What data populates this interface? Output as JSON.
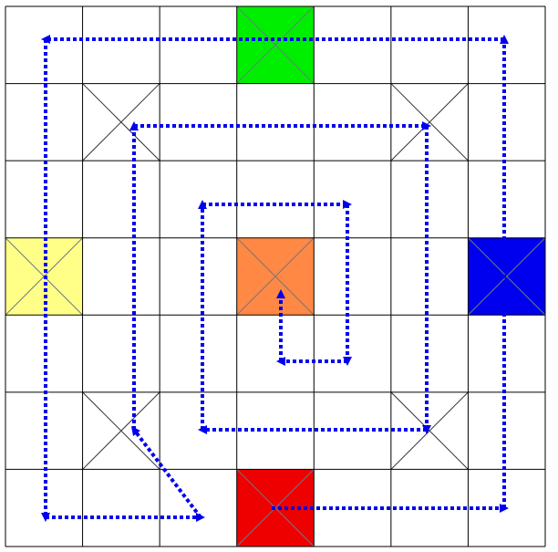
{
  "board": {
    "rows": 7,
    "cols": 7,
    "grid_color": "#000000",
    "path_color": "#0000ee",
    "special_cells": [
      {
        "row": 0,
        "col": 3,
        "color": "#00ee00",
        "role": "green-home"
      },
      {
        "row": 3,
        "col": 0,
        "color": "#ffff88",
        "role": "yellow-home"
      },
      {
        "row": 3,
        "col": 3,
        "color": "#ff8844",
        "role": "center"
      },
      {
        "row": 3,
        "col": 6,
        "color": "#0000ee",
        "role": "blue-home"
      },
      {
        "row": 6,
        "col": 3,
        "color": "#ee0000",
        "role": "red-home"
      }
    ],
    "crossed_cells": [
      {
        "row": 1,
        "col": 1
      },
      {
        "row": 1,
        "col": 5
      },
      {
        "row": 5,
        "col": 1
      },
      {
        "row": 5,
        "col": 5
      }
    ]
  }
}
